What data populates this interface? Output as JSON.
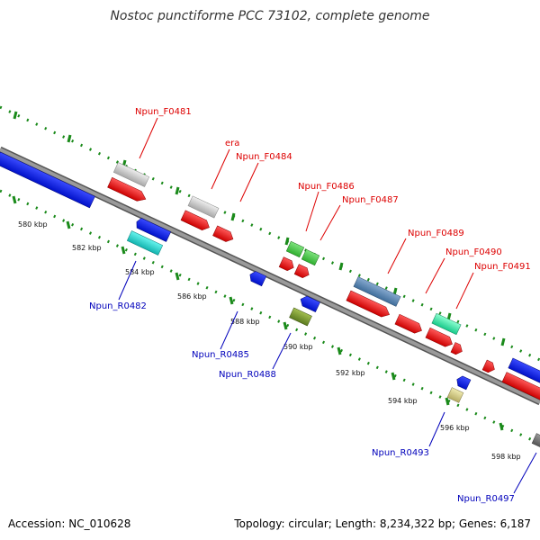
{
  "title": "Nostoc punctiforme PCC 73102, complete genome",
  "footer": {
    "accession": "Accession: NC_010628",
    "summary": "Topology: circular; Length: 8,234,322 bp; Genes: 6,187"
  },
  "colors": {
    "forward_label": "#dd0000",
    "reverse_label": "#0000bb",
    "backbone": "#8a8a8a",
    "tick": "#1a8a1a",
    "leader": "#dd0000"
  },
  "ticks": [
    "580 kbp",
    "582 kbp",
    "584 kbp",
    "586 kbp",
    "588 kbp",
    "590 kbp",
    "592 kbp",
    "594 kbp",
    "596 kbp",
    "598 kbp"
  ],
  "forward_labels": [
    "Npun_F0481",
    "era",
    "Npun_F0484",
    "Npun_F0486",
    "Npun_F0487",
    "Npun_F0489",
    "Npun_F0490",
    "Npun_F0491"
  ],
  "reverse_labels": [
    "Npun_R0482",
    "Npun_R0485",
    "Npun_R0488",
    "Npun_R0493",
    "Npun_R0497"
  ]
}
